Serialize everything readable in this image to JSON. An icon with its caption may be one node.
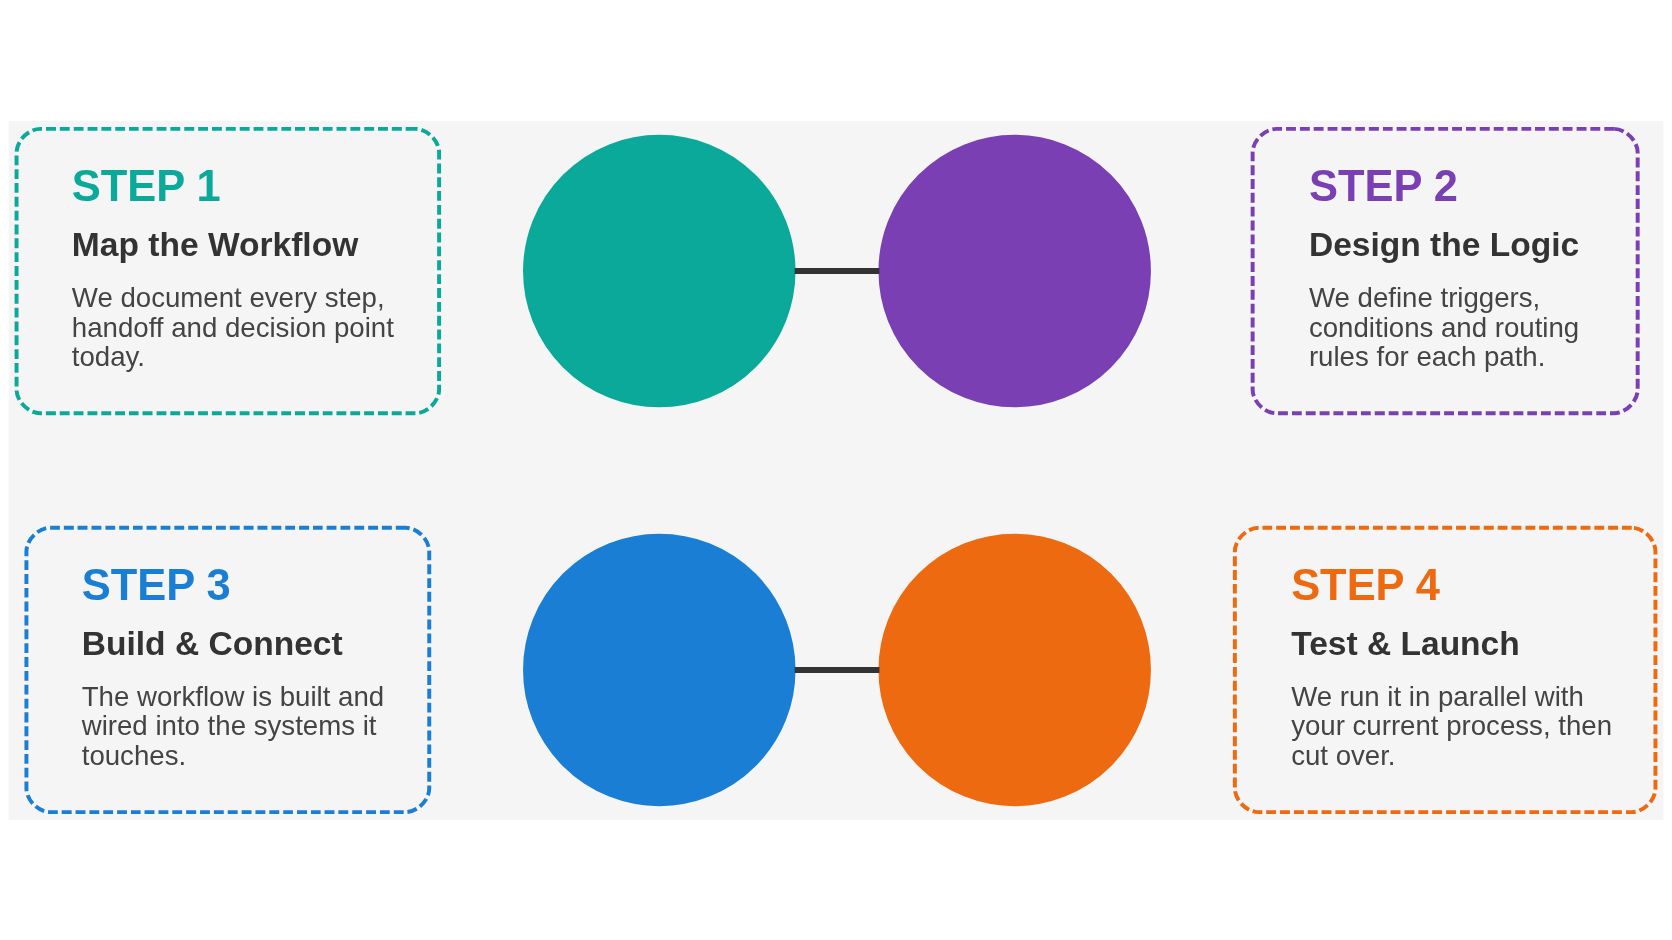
{
  "diagram": {
    "nodes": [
      {
        "text": [
          "STEP 1",
          "Map the Workflow",
          "We document every step, handoff and decision point today."
        ]
      },
      {
        "text": [],
        "shape": "circle"
      },
      {
        "text": [],
        "shape": "circle"
      },
      {
        "text": [
          "STEP 2",
          "Design the Logic",
          "We define triggers, conditions and routing rules for each path."
        ]
      },
      {
        "text": [
          "STEP 3",
          "Build & Connect",
          "The workflow is built and wired into the systems it touches."
        ]
      },
      {
        "text": [],
        "shape": "circle"
      },
      {
        "text": [],
        "shape": "circle"
      },
      {
        "text": [
          "STEP 4",
          "Test & Launch",
          "We run it in parallel with your current process, then cut over."
        ]
      }
    ],
    "edges": [
      {
        "from": 1,
        "to": 2,
        "arrow": "none"
      },
      {
        "from": 5,
        "to": 6,
        "arrow": "none"
      }
    ]
  }
}
